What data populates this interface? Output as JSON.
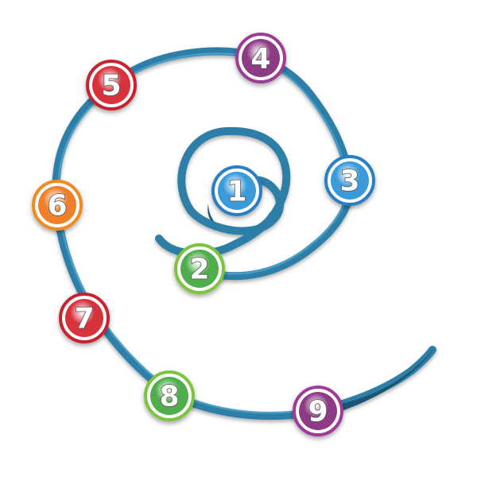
{
  "nodes": [
    {
      "label": "1",
      "color": "#3a9ad9",
      "ring": "#2a7fc4"
    },
    {
      "label": "2",
      "color": "#4fae4c",
      "ring": "#7cc43e"
    },
    {
      "label": "3",
      "color": "#3a9ad9",
      "ring": "#2a7fc4"
    },
    {
      "label": "4",
      "color": "#8e3a86",
      "ring": "#9d3b96"
    },
    {
      "label": "5",
      "color": "#d8323c",
      "ring": "#c8232d"
    },
    {
      "label": "6",
      "color": "#ef7f2a",
      "ring": "#f08a24"
    },
    {
      "label": "7",
      "color": "#d8323c",
      "ring": "#c8232d"
    },
    {
      "label": "8",
      "color": "#4fae4c",
      "ring": "#7cc43e"
    },
    {
      "label": "9",
      "color": "#8e3a86",
      "ring": "#9d3b96"
    }
  ],
  "colors": {
    "spiral": "#2f7fa8",
    "spiral_highlight": "#4fa6cf",
    "spiral_shadow": "#1d5573"
  }
}
